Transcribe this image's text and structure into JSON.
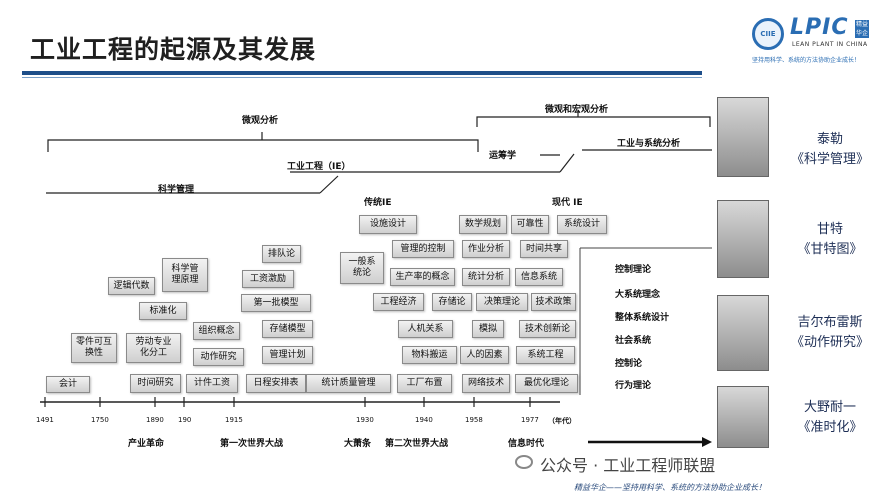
{
  "header": {
    "title": "工业工程的起源及其发展",
    "logo_circle": "CIIE",
    "logo_text": "LPIC",
    "logo_badge": "精益华企",
    "logo_sub": "LEAN PLANT IN CHINA",
    "logo_slogan": "坚持用科学、系统的方法协助企业成长！"
  },
  "analysis": {
    "micro": "微观分析",
    "micro_macro": "微观和宏观分析",
    "or": "运筹学",
    "industrial_system": "工业与系统分析",
    "ie": "工业工程（IE）",
    "sci_mgmt": "科学管理",
    "traditional_ie": "传统IE",
    "modern_ie": "现代 IE"
  },
  "boxes": [
    "会计",
    "零件可互\n换性",
    "逻辑代数",
    "科学管\n理原理",
    "标准化",
    "劳动专业\n化分工",
    "时间研究",
    "计件工资",
    "组织概念",
    "动作研究",
    "排队论",
    "工资激励",
    "第一批模型",
    "存储模型",
    "管理计划",
    "日程安排表",
    "统计质量管理",
    "设施设计",
    "一般系\n统论",
    "管理的控制",
    "生产率的概念",
    "工程经济",
    "存储论",
    "人机关系",
    "物料搬运",
    "工厂布置",
    "数学规划",
    "可靠性",
    "系统设计",
    "作业分析",
    "时间共享",
    "统计分析",
    "信息系统",
    "决策理论",
    "技术政策",
    "模拟",
    "技术创新论",
    "人的因素",
    "系统工程",
    "网络技术",
    "最优化理论"
  ],
  "timeline": {
    "years": [
      "1491",
      "1750",
      "1890",
      "190",
      "1915",
      "1930",
      "1940",
      "1958",
      "1977",
      "（年代）"
    ],
    "eras": [
      "产业革命",
      "第一次世界大战",
      "大萧条",
      "第二次世界大战",
      "信息时代"
    ]
  },
  "theories": [
    "控制理论",
    "大系统理念",
    "整体系统设计",
    "社会系统",
    "控制论",
    "行为理论"
  ],
  "people": [
    {
      "name": "泰勒",
      "work": "《科学管理》"
    },
    {
      "name": "甘特",
      "work": "《甘特图》"
    },
    {
      "name": "吉尔布雷斯",
      "work": "《动作研究》"
    },
    {
      "name": "大野耐一",
      "work": "《准时化》"
    }
  ],
  "footer": {
    "watermark": "公众号 · 工业工程师联盟",
    "slogan": "精益华企——坚持用科学、系统的方法协助企业成长！"
  },
  "colors": {
    "accent": "#1d4e89",
    "box_fill": "#dcdcdc",
    "name_color": "#1d2e55"
  }
}
